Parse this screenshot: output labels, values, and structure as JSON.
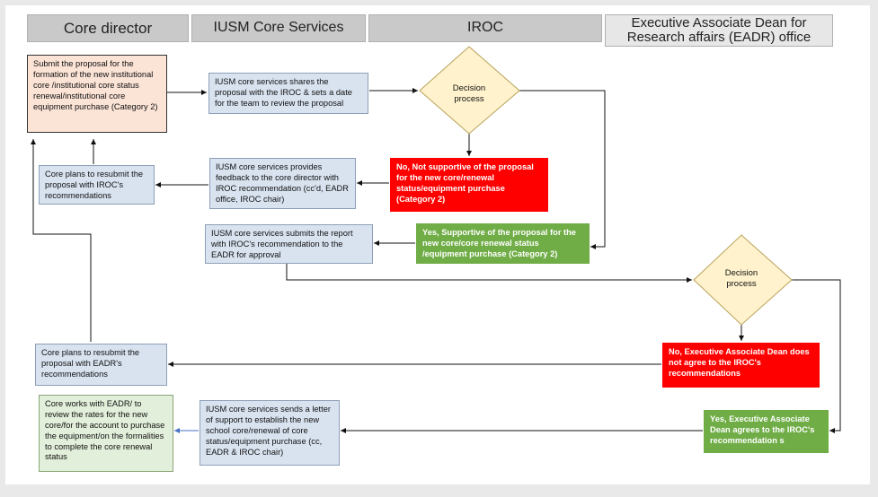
{
  "lanes": {
    "core_director": "Core director",
    "iusm_core_services": "IUSM Core Services",
    "iroc": "IROC",
    "eadr_line1": "Executive Associate Dean for",
    "eadr_line2": "Research affairs (EADR) office"
  },
  "nodes": {
    "submit_proposal": "Submit the proposal for the formation of the new institutional core /institutional core status renewal/institutional core equipment purchase (Category 2)",
    "share_proposal": "IUSM core services shares the proposal with the IROC & sets a date for the team to review the proposal",
    "decision_iroc": "Decision process",
    "no_iroc": "No, Not supportive of the proposal for the new core/renewal status/equipment purchase (Category 2)",
    "feedback": "IUSM core services provides feedback to the core director with IROC recommendation (cc'd, EADR office, IROC chair)",
    "resubmit_iroc": "Core plans to resubmit the proposal with IROC's recommendations",
    "yes_iroc": "Yes, Supportive of the proposal for the new core/core renewal status /equipment purchase (Category 2)",
    "submit_report": "IUSM core services submits the report with IROC's recommendation to the EADR for approval",
    "decision_eadr": "Decision process",
    "no_eadr": "No, Executive Associate Dean does not agree to the IROC's recommendations",
    "resubmit_eadr": "Core plans to resubmit the proposal with EADR's recommendations",
    "yes_eadr": "Yes, Executive Associate Dean agrees to the IROC's recommendation s",
    "letter_support": "IUSM core services sends a letter of support to establish the new school core/renewal of core status/equipment purchase (cc, EADR & IROC chair)",
    "core_works": "Core works with EADR/ to review the rates for the new core/for the account to purchase the equipment/on the formalities to complete the core renewal status"
  },
  "colors": {
    "lane_header": "#c9c9c9",
    "process_blue": "#d9e3f0",
    "start_peach": "#fbe3d6",
    "decision_yellow": "#fff2cc",
    "no_red": "#ff0000",
    "yes_green": "#70ad47",
    "end_green": "#e2efda"
  }
}
